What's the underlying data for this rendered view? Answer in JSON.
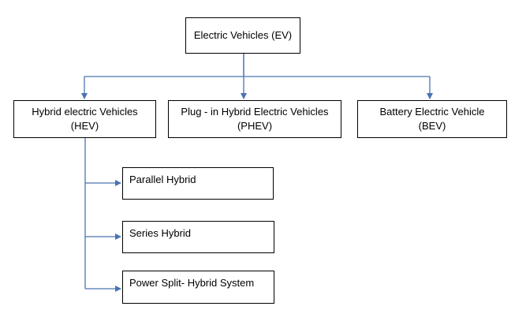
{
  "root": {
    "label": "Electric Vehicles (EV)"
  },
  "categories": [
    {
      "name": "Hybrid electric Vehicles",
      "abbr": "(HEV)"
    },
    {
      "name": "Plug - in Hybrid Electric Vehicles",
      "abbr": "(PHEV)"
    },
    {
      "name": "Battery Electric Vehicle",
      "abbr": "(BEV)"
    }
  ],
  "hev_types": [
    "Parallel Hybrid",
    "Series Hybrid",
    "Power Split- Hybrid System"
  ],
  "colors": {
    "connector": "#4a74b0",
    "border": "#000000"
  }
}
